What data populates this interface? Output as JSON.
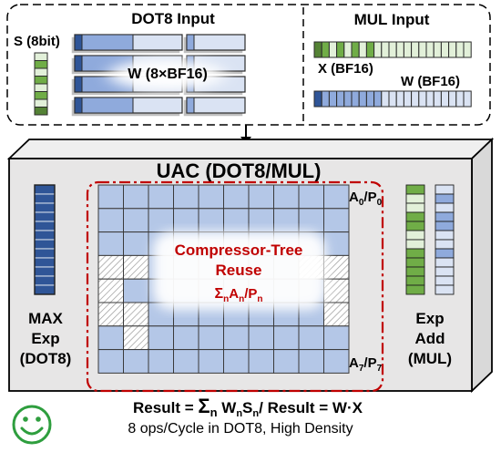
{
  "colors": {
    "blue_dark": "#2f5597",
    "blue_mid": "#8faadc",
    "blue_light": "#dae3f3",
    "green_dark": "#548235",
    "green_mid": "#70ad47",
    "green_light": "#e2f0d9",
    "red_accent": "#c00000",
    "smiley": "#2e9e3e",
    "gray_face": "#e7e6e6"
  },
  "input_panel": {
    "dot8_title": "DOT8 Input",
    "mul_title": "MUL Input",
    "s_label": "S (8bit)",
    "w_dot8_label": "W (8×BF16)",
    "x_label": "X (BF16)",
    "w_mul_label": "W (BF16)"
  },
  "uac": {
    "title": "UAC (DOT8/MUL)",
    "max_exp_label": [
      "MAX",
      "Exp",
      "(DOT8)"
    ],
    "exp_add_label": [
      "Exp",
      "Add",
      "(MUL)"
    ],
    "compressor_line1": "Compressor-Tree",
    "compressor_line2": "Reuse",
    "compressor_formula": {
      "sigma": "Σ",
      "sub_n": "n",
      "a": "A",
      "sub_n2": "n",
      "slash_p": "/P",
      "sub_n3": "n"
    },
    "row_label_top": {
      "a": "A",
      "sub0": "0",
      "slash_p": "/P",
      "sub0b": "0"
    },
    "row_label_bottom": {
      "a": "A",
      "sub7": "7",
      "slash_p": "/P",
      "sub7b": "7"
    }
  },
  "result": {
    "prefix": "Result = ",
    "sigma": "Σ",
    "sub_n": "n",
    "w": " W",
    "sub_n2": "n",
    "s": "S",
    "sub_n3": "n",
    "suffix": "/ Result = W·X"
  },
  "footer": {
    "ops_text": "8 ops/Cycle in DOT8, High Density"
  }
}
